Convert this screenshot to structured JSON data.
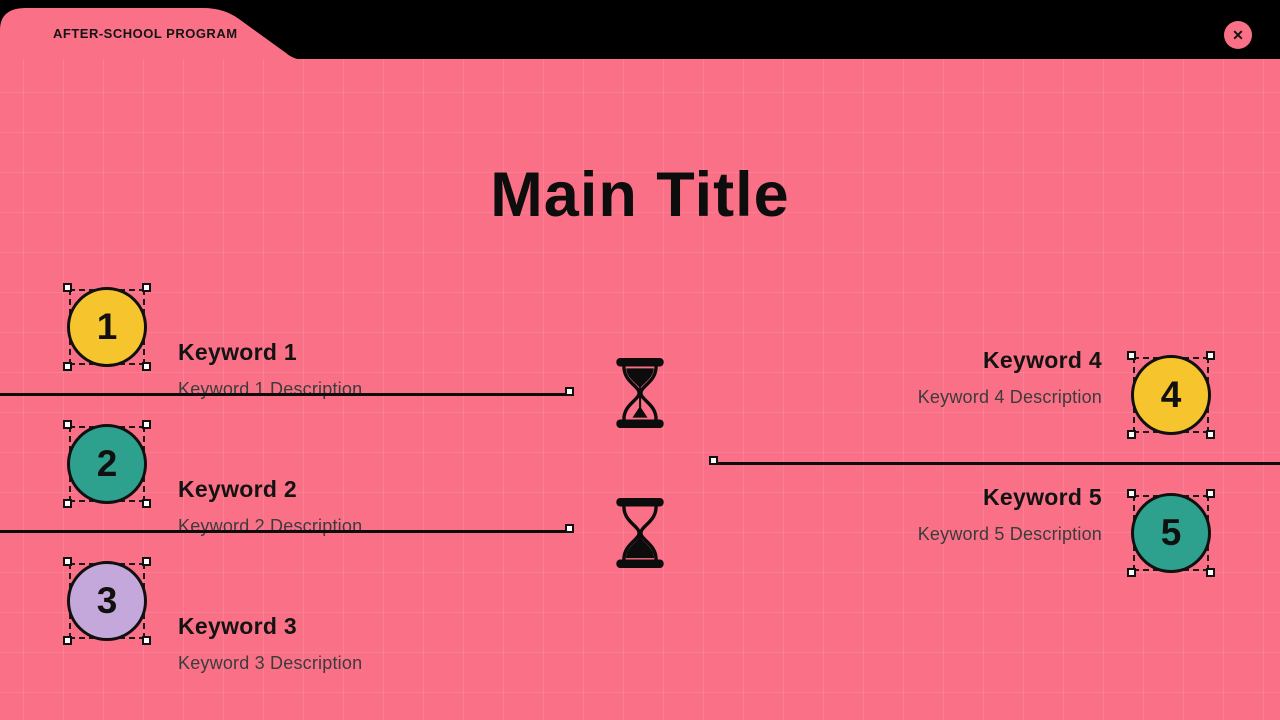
{
  "window": {
    "tab_label": "AFTER-SCHOOL PROGRAM",
    "close_label": "✕"
  },
  "slide": {
    "title": "Main Title",
    "items": [
      {
        "number": "1",
        "keyword": "Keyword 1",
        "description": "Keyword 1 Description",
        "color": "#F6C52E",
        "side": "left"
      },
      {
        "number": "2",
        "keyword": "Keyword 2",
        "description": "Keyword 2 Description",
        "color": "#2EA08E",
        "side": "left"
      },
      {
        "number": "3",
        "keyword": "Keyword 3",
        "description": "Keyword 3 Description",
        "color": "#C4A7DB",
        "side": "left"
      },
      {
        "number": "4",
        "keyword": "Keyword 4",
        "description": "Keyword 4 Description",
        "color": "#F6C52E",
        "side": "right"
      },
      {
        "number": "5",
        "keyword": "Keyword 5",
        "description": "Keyword 5 Description",
        "color": "#2EA08E",
        "side": "right"
      }
    ],
    "icons": [
      {
        "name": "hourglass-sand-top-icon"
      },
      {
        "name": "hourglass-sand-bottom-icon"
      }
    ]
  },
  "colors": {
    "background": "#000000",
    "panel_pink": "#FA7187",
    "grid_line": "rgba(255,255,255,0.10)",
    "heading_text": "#0D0D0D",
    "description_text": "#3B3B3B",
    "yellow": "#F6C52E",
    "teal": "#2EA08E",
    "purple": "#C4A7DB"
  }
}
